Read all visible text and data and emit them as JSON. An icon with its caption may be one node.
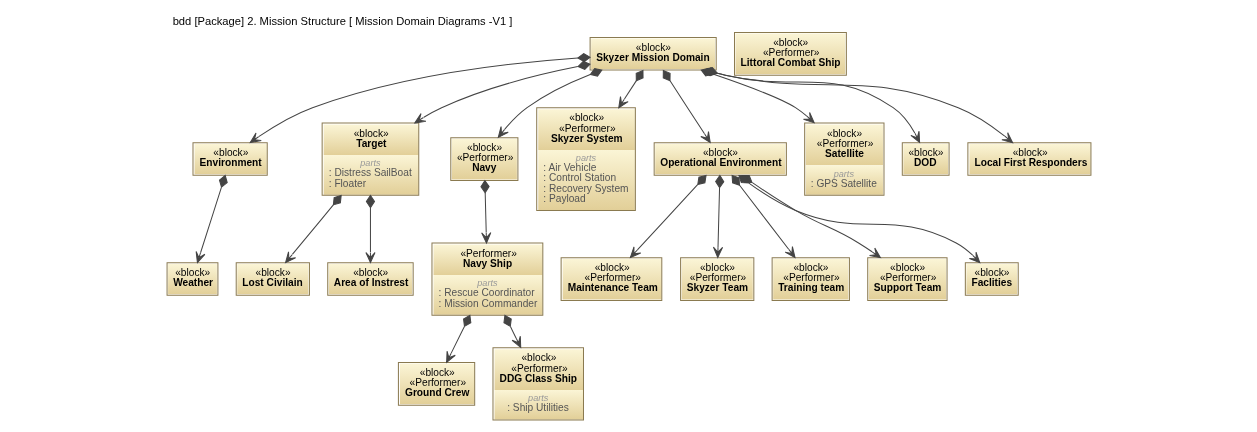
{
  "diagram": {
    "title": "bdd [Package] 2. Mission Structure [ Mission Domain Diagrams -V1 ]",
    "nodes": [
      {
        "text": [
          "«block»",
          "Skyzer Mission Domain"
        ]
      },
      {
        "text": [
          "«block»",
          "Environment"
        ]
      },
      {
        "text": [
          "«block»",
          "Target",
          "parts",
          ": Distress SailBoat",
          ": Floater"
        ]
      },
      {
        "text": [
          "«block»",
          "«Performer»",
          "Navy"
        ]
      },
      {
        "text": [
          "«block»",
          "«Performer»",
          "Skyzer System",
          "parts",
          ": Air Vehicle",
          ": Control Station",
          ": Recovery System",
          ": Payload"
        ]
      },
      {
        "text": [
          "«block»",
          "Operational Environment"
        ]
      },
      {
        "text": [
          "«block»",
          "«Performer»",
          "Satellite",
          "parts",
          ": GPS Satellite"
        ]
      },
      {
        "text": [
          "«block»",
          "DOD"
        ]
      },
      {
        "text": [
          "«block»",
          "Local First Responders"
        ]
      },
      {
        "text": [
          "«block»",
          "Weather"
        ]
      },
      {
        "text": [
          "«block»",
          "Lost Civilain"
        ]
      },
      {
        "text": [
          "«block»",
          "Area of Instrest"
        ]
      },
      {
        "text": [
          "«Performer»",
          "Navy Ship",
          "parts",
          ": Rescue Coordinator",
          ": Mission Commander"
        ]
      },
      {
        "text": [
          "«block»",
          "«Performer»",
          "Maintenance Team"
        ]
      },
      {
        "text": [
          "«block»",
          "«Performer»",
          "Skyzer Team"
        ]
      },
      {
        "text": [
          "«block»",
          "«Performer»",
          "Training team"
        ]
      },
      {
        "text": [
          "«block»",
          "«Performer»",
          "Support Team"
        ]
      },
      {
        "text": [
          "«block»",
          "«Performer»",
          "Ground Crew"
        ]
      },
      {
        "text": [
          "«block»",
          "«Performer»",
          "DDG Class Ship",
          "parts",
          ": Ship Utilities"
        ]
      },
      {
        "text": [
          "«block»",
          "Faclities"
        ]
      },
      {
        "text": [
          "«block»",
          "«Performer»",
          "Littoral Combat Ship"
        ]
      }
    ],
    "edges": [
      {
        "from": 0,
        "to": 1,
        "arrow": "to"
      },
      {
        "from": 0,
        "to": 2,
        "arrow": "to"
      },
      {
        "from": 0,
        "to": 3,
        "arrow": "to"
      },
      {
        "from": 0,
        "to": 4,
        "arrow": "to"
      },
      {
        "from": 0,
        "to": 5,
        "arrow": "to"
      },
      {
        "from": 0,
        "to": 6,
        "arrow": "to"
      },
      {
        "from": 0,
        "to": 7,
        "arrow": "to"
      },
      {
        "from": 0,
        "to": 8,
        "arrow": "to"
      },
      {
        "from": 1,
        "to": 9,
        "arrow": "to"
      },
      {
        "from": 2,
        "to": 10,
        "arrow": "to"
      },
      {
        "from": 2,
        "to": 11,
        "arrow": "to"
      },
      {
        "from": 3,
        "to": 12,
        "arrow": "to"
      },
      {
        "from": 12,
        "to": 17,
        "arrow": "to"
      },
      {
        "from": 12,
        "to": 18,
        "arrow": "to"
      },
      {
        "from": 5,
        "to": 13,
        "arrow": "to"
      },
      {
        "from": 5,
        "to": 14,
        "arrow": "to"
      },
      {
        "from": 5,
        "to": 19,
        "arrow": "to"
      },
      {
        "from": 5,
        "to": 15,
        "arrow": "to"
      },
      {
        "from": 5,
        "to": 16,
        "arrow": "to"
      }
    ]
  }
}
